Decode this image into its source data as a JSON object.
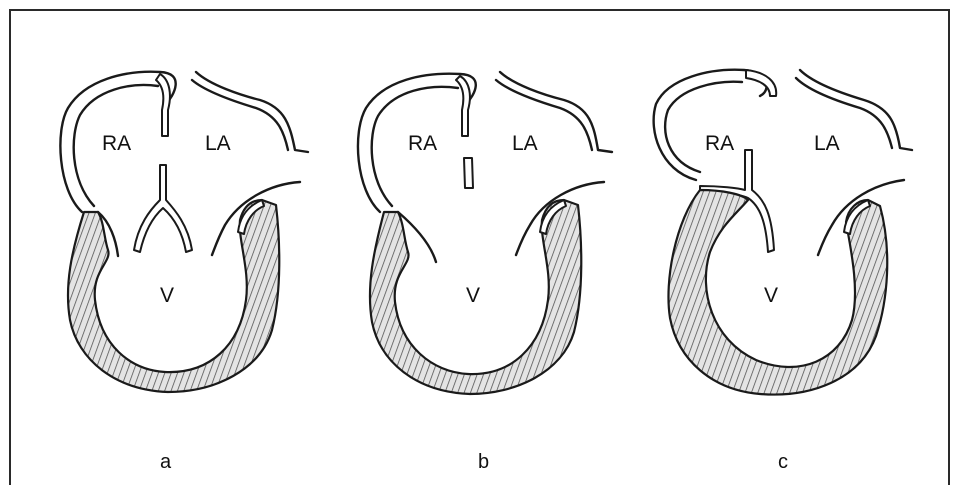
{
  "labels": {
    "right_atrium": "RA",
    "left_atrium": "LA",
    "ventricle": "V"
  },
  "panels": [
    {
      "id": "a",
      "caption": "a"
    },
    {
      "id": "b",
      "caption": "b"
    },
    {
      "id": "c",
      "caption": "c"
    }
  ],
  "colors": {
    "stroke": "#1a1a1a",
    "background": "#ffffff",
    "muscle_fill": "#d9d9d9"
  }
}
